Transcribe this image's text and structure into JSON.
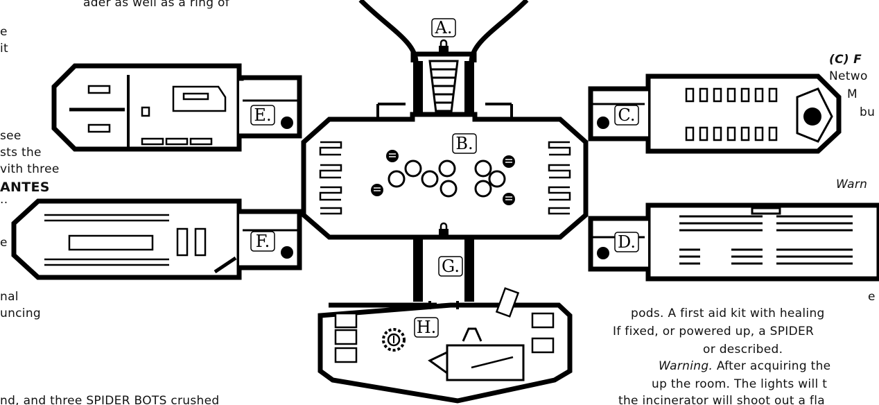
{
  "rooms": [
    {
      "id": "A",
      "label": "A."
    },
    {
      "id": "B",
      "label": "B."
    },
    {
      "id": "C",
      "label": "C."
    },
    {
      "id": "D",
      "label": "D."
    },
    {
      "id": "E",
      "label": "E."
    },
    {
      "id": "F",
      "label": "F."
    },
    {
      "id": "G",
      "label": "G."
    },
    {
      "id": "H",
      "label": "H."
    }
  ],
  "left_text": {
    "line1": "ader as well as a ring of",
    "line2": "e",
    "line3": "it",
    "line4": "see",
    "line5": "sts the",
    "line6": "vith three",
    "line7": "ANTES",
    "line8": "..",
    "line9": "e",
    "line10": "nal",
    "line11": "uncing",
    "line12": "nd, and three SPIDER BOTS crushed"
  },
  "right_text": {
    "line1": "(C) F",
    "line2": "Netwo",
    "line3": "M",
    "line4": "bu",
    "line5": "Warn",
    "line6": "e",
    "line7": "pods. A first aid kit with healing",
    "line8": "If fixed, or powered up, a SPIDER",
    "line9": "or described.",
    "line10_italic": "Warning.",
    "line10_rest": " After acquiring the",
    "line11": "up the room. The lights will t",
    "line12": "the incinerator will shoot out a fla"
  }
}
